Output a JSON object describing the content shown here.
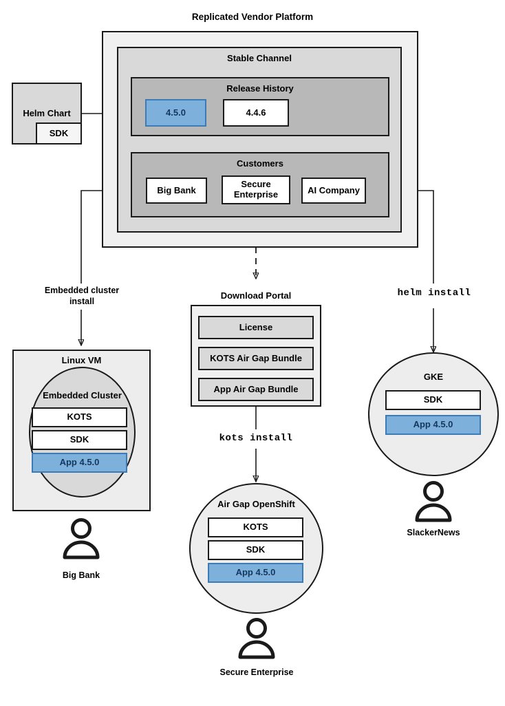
{
  "diagram": {
    "title": "Replicated Vendor Platform",
    "platform": {
      "channel_title": "Stable Channel",
      "release_history": {
        "title": "Release History",
        "releases": [
          {
            "version": "4.5.0",
            "highlighted": true
          },
          {
            "version": "4.4.6",
            "highlighted": false
          }
        ]
      },
      "customers": {
        "title": "Customers",
        "items": [
          {
            "name": "Big Bank"
          },
          {
            "name": "Secure Enterprise"
          },
          {
            "name": "AI Company"
          }
        ]
      }
    },
    "helm_chart": {
      "label": "Helm Chart",
      "sdk_label": "SDK"
    },
    "edges": [
      {
        "id": "embedded-cluster-install",
        "label": "Embedded cluster install",
        "style": "solid"
      },
      {
        "id": "download-portal-link",
        "label": "",
        "style": "dashed"
      },
      {
        "id": "helm-install",
        "label": "helm install",
        "style": "mono"
      },
      {
        "id": "kots-install",
        "label": "kots install",
        "style": "mono"
      }
    ],
    "download_portal": {
      "title": "Download Portal",
      "items": [
        "License",
        "KOTS Air Gap Bundle",
        "App Air Gap Bundle"
      ]
    },
    "targets": [
      {
        "id": "linux-vm",
        "title": "Linux VM",
        "inner_title": "Embedded Cluster",
        "components": [
          {
            "label": "KOTS",
            "kind": "white"
          },
          {
            "label": "SDK",
            "kind": "white"
          },
          {
            "label": "App 4.5.0",
            "kind": "blue"
          }
        ],
        "actor": "Big Bank"
      },
      {
        "id": "air-gap-openshift",
        "title": "Air Gap OpenShift",
        "components": [
          {
            "label": "KOTS",
            "kind": "white"
          },
          {
            "label": "SDK",
            "kind": "white"
          },
          {
            "label": "App 4.5.0",
            "kind": "blue"
          }
        ],
        "actor": "Secure Enterprise"
      },
      {
        "id": "gke",
        "title": "GKE",
        "components": [
          {
            "label": "SDK",
            "kind": "white"
          },
          {
            "label": "App 4.5.0",
            "kind": "blue"
          }
        ],
        "actor": "SlackerNews"
      }
    ],
    "colors": {
      "highlight_fill": "#7EB0DC",
      "highlight_border": "#3C7BB5",
      "highlight_text": "#14375E",
      "outer_container": "#F0F0F0",
      "mid_container": "#D9D9D9",
      "inner_container": "#B8B8B8",
      "stroke": "#1a1a1a"
    }
  }
}
